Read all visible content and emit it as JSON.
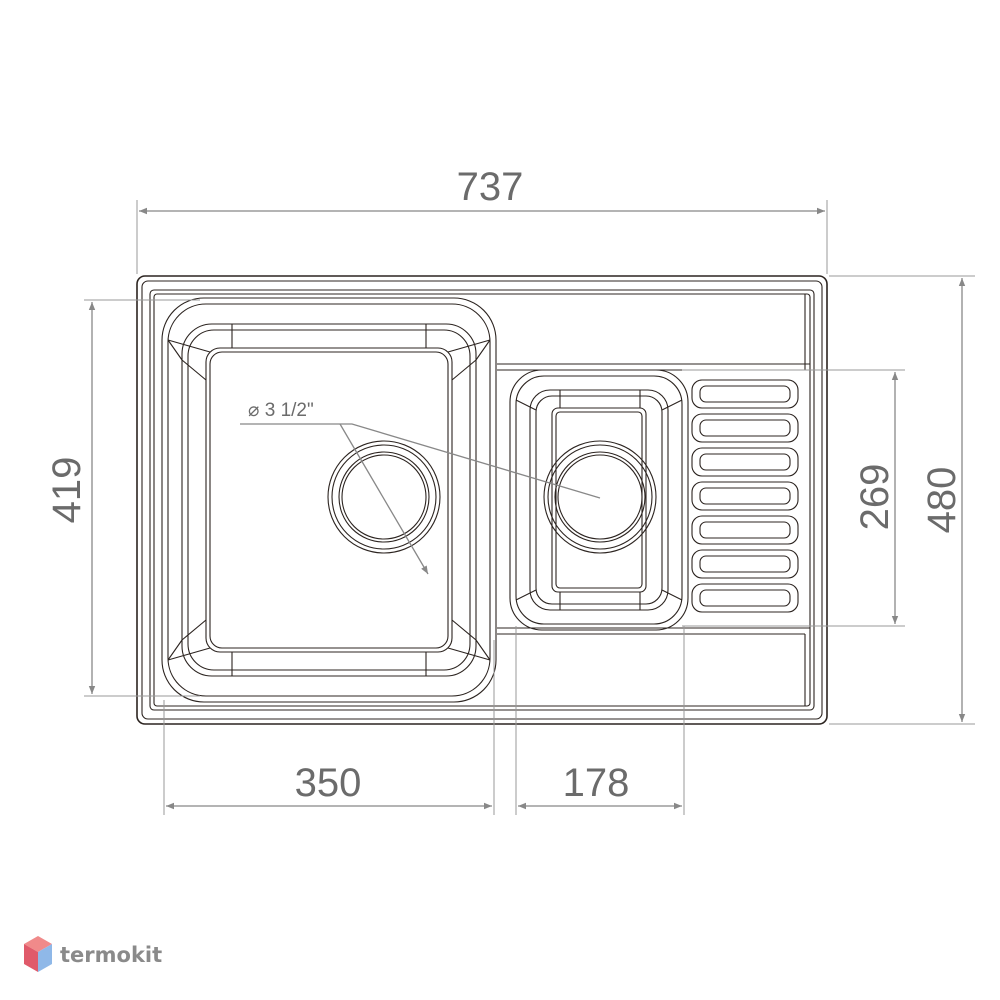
{
  "dimensions": {
    "overall_width": "737",
    "overall_depth": "480",
    "main_bowl_width": "350",
    "main_bowl_depth": "419",
    "small_bowl_width": "178",
    "small_bowl_depth": "269",
    "drain_diameter": "⌀ 3 1/2\""
  },
  "brand": {
    "name": "termokit"
  },
  "colors": {
    "outline": "#2c2420",
    "dimension": "#888888",
    "text": "#6b6b6b",
    "logo_top": "#f08a8a",
    "logo_left": "#e05a6a",
    "logo_right": "#8fb8e8"
  }
}
